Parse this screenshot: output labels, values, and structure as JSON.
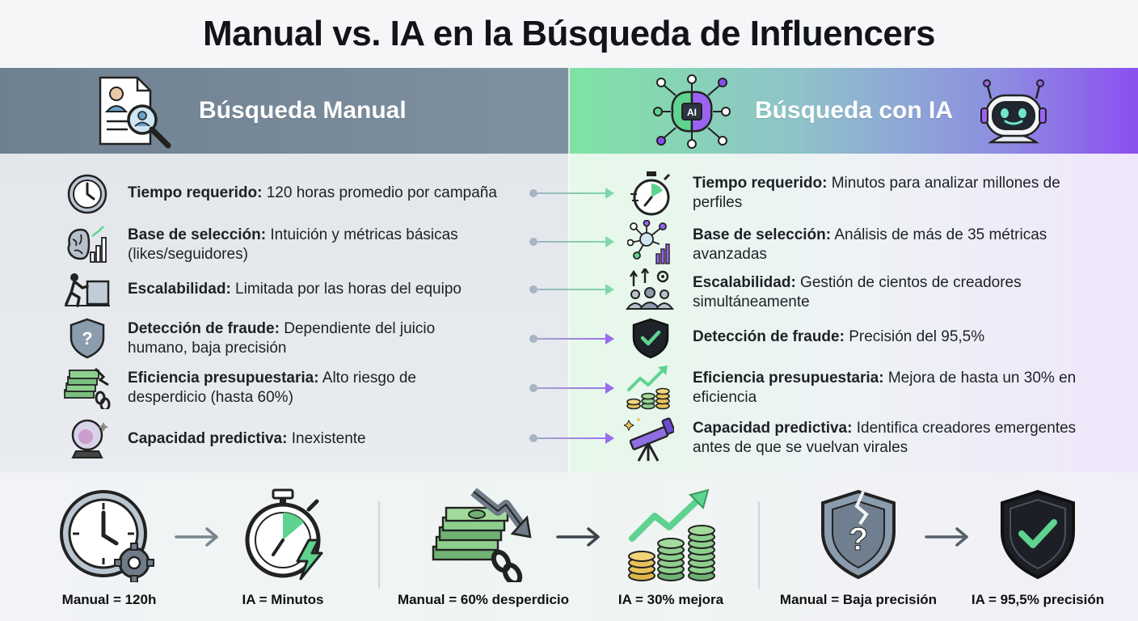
{
  "title": "Manual vs. IA en la Búsqueda de Influencers",
  "manual": {
    "heading": "Búsqueda Manual",
    "rows": [
      {
        "label": "Tiempo requerido:",
        "text": " 120 horas promedio por campaña",
        "icon": "clock-icon"
      },
      {
        "label": "Base de selección:",
        "text": " Intuición y métricas básicas (likes/seguidores)",
        "icon": "brain-chart-icon"
      },
      {
        "label": "Escalabilidad:",
        "text": " Limitada por las horas del equipo",
        "icon": "person-pushing-box-icon"
      },
      {
        "label": "Detección de fraude:",
        "text": " Dependiente del juicio humano, baja precisión",
        "icon": "shield-question-icon"
      },
      {
        "label": "Eficiencia presupuestaria:",
        "text": " Alto riesgo de desperdicio (hasta 60%)",
        "icon": "money-chain-icon"
      },
      {
        "label": "Capacidad predictiva:",
        "text": " Inexistente",
        "icon": "crystal-ball-icon"
      }
    ]
  },
  "ai": {
    "heading": "Búsqueda con IA",
    "rows": [
      {
        "label": "Tiempo requerido:",
        "text": " Minutos para analizar millones de perfiles",
        "icon": "stopwatch-icon"
      },
      {
        "label": "Base de selección:",
        "text": " Análisis de más de 35 métricas avanzadas",
        "icon": "network-chart-icon"
      },
      {
        "label": "Escalabilidad:",
        "text": " Gestión de cientos de creadores simultáneamente",
        "icon": "team-growth-icon"
      },
      {
        "label": "Detección de fraude:",
        "text": " Precisión del 95,5%",
        "icon": "shield-check-icon"
      },
      {
        "label": "Eficiencia presupuestaria:",
        "text": " Mejora de hasta un 30% en eficiencia",
        "icon": "coins-growth-icon"
      },
      {
        "label": "Capacidad predictiva:",
        "text": " Identifica creadores emergentes antes de que se vuelvan virales",
        "icon": "telescope-icon"
      }
    ]
  },
  "bottom": {
    "items": [
      {
        "label": "Manual = 120h",
        "icon": "clock-gear-icon"
      },
      {
        "label": "IA = Minutos",
        "icon": "stopwatch-bolt-icon"
      },
      {
        "label": "Manual = 60% desperdicio",
        "icon": "money-down-icon"
      },
      {
        "label": "IA = 30% mejora",
        "icon": "coins-up-icon"
      },
      {
        "label": "Manual = Baja precisión",
        "icon": "cracked-shield-icon"
      },
      {
        "label": "IA = 95,5% precisión",
        "icon": "check-shield-icon"
      }
    ]
  },
  "colors": {
    "manual_band": "#7f909f",
    "ai_band_start": "#7fe3a3",
    "ai_band_end": "#8c4ff0",
    "connector_green": "#7fd8a8",
    "connector_purple": "#9a6cf0",
    "accent_green": "#5ed38f"
  }
}
